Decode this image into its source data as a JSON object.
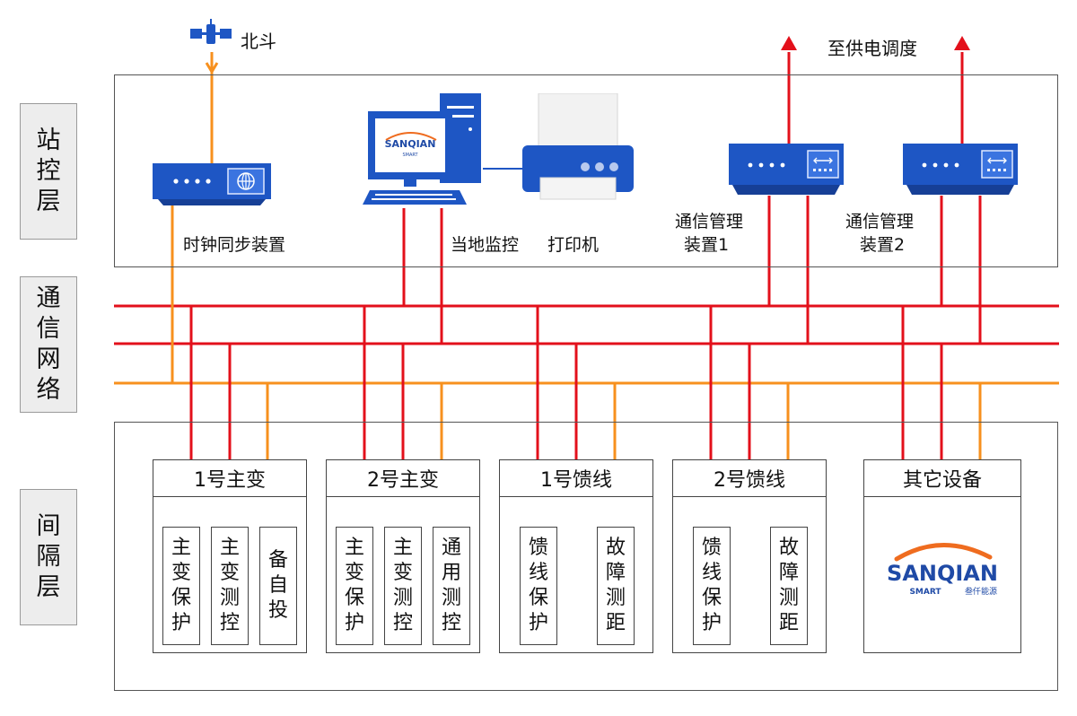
{
  "colors": {
    "network_red": "#e3101b",
    "network_orange": "#f7901e",
    "device_blue": "#1e56c4",
    "brand_blue": "#1f4aa6",
    "brand_orange": "#ef6c1f"
  },
  "beidou": {
    "label": "北斗",
    "icon": "satellite-icon"
  },
  "dispatch": {
    "label": "至供电调度"
  },
  "layers": {
    "station": [
      "站",
      "控",
      "层"
    ],
    "network": [
      "通",
      "信",
      "网",
      "络"
    ],
    "bay": [
      "间",
      "隔",
      "层"
    ]
  },
  "station_devices": {
    "clock": {
      "label": "时钟同步装置",
      "icon": "clock-sync-device-icon"
    },
    "monitor": {
      "label": "当地监控",
      "icon": "computer-icon"
    },
    "printer": {
      "label": "打印机",
      "icon": "printer-icon"
    },
    "comm1": {
      "label_line1": "通信管理",
      "label_line2": "装置1",
      "icon": "switch-icon"
    },
    "comm2": {
      "label_line1": "通信管理",
      "label_line2": "装置2",
      "icon": "switch-icon"
    }
  },
  "brand": {
    "name": "SANQIAN",
    "tagline": "SMART",
    "tagline_cn": "叁仟能源"
  },
  "bays": [
    {
      "title": "1号主变",
      "modules": [
        [
          "主",
          "变",
          "保",
          "护"
        ],
        [
          "主",
          "变",
          "测",
          "控"
        ],
        [
          "备",
          "自",
          "投"
        ]
      ]
    },
    {
      "title": "2号主变",
      "modules": [
        [
          "主",
          "变",
          "保",
          "护"
        ],
        [
          "主",
          "变",
          "测",
          "控"
        ],
        [
          "通",
          "用",
          "测",
          "控"
        ]
      ]
    },
    {
      "title": "1号馈线",
      "modules": [
        [
          "馈",
          "线",
          "保",
          "护"
        ],
        [
          "故",
          "障",
          "测",
          "距"
        ]
      ]
    },
    {
      "title": "2号馈线",
      "modules": [
        [
          "馈",
          "线",
          "保",
          "护"
        ],
        [
          "故",
          "障",
          "测",
          "距"
        ]
      ]
    },
    {
      "title": "其它设备",
      "modules": []
    }
  ]
}
